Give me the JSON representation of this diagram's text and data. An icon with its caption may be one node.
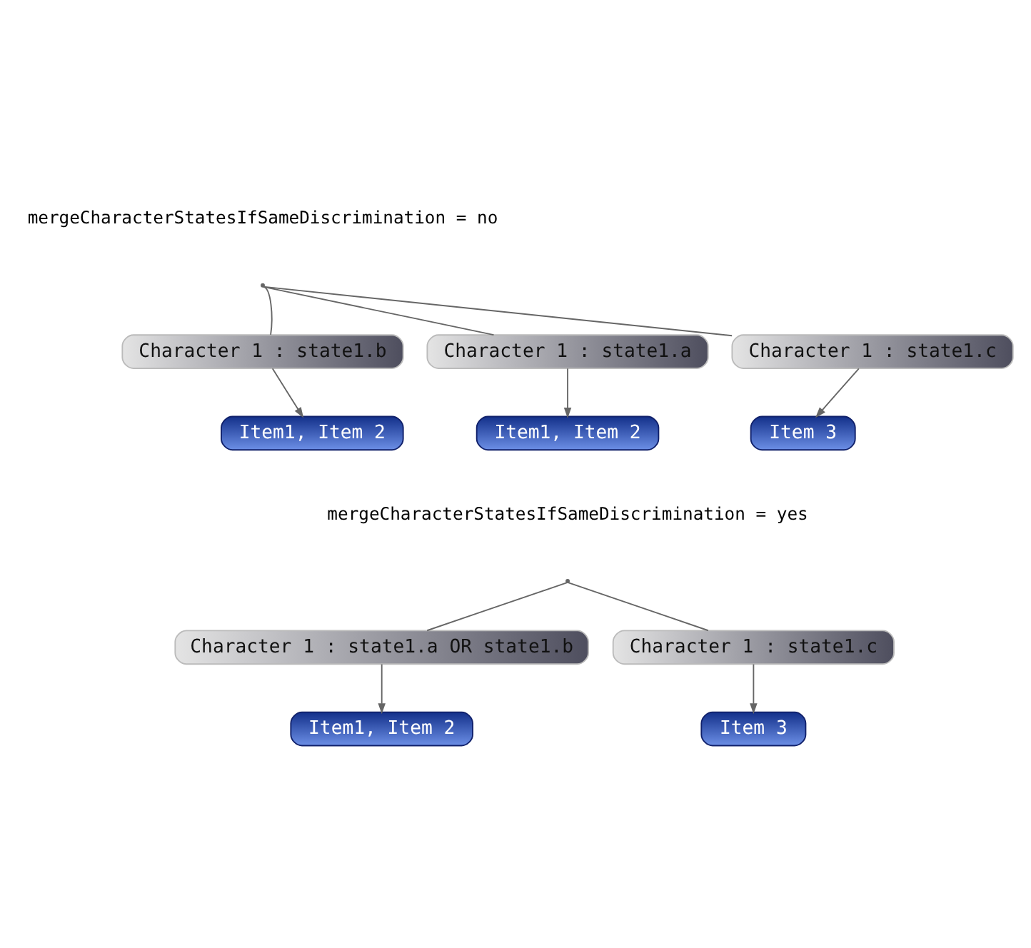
{
  "diagram": {
    "nodes": [
      {
        "text": [],
        "shape": "point"
      },
      {
        "text": [
          "Character 1 : state1.a"
        ]
      },
      {
        "text": [
          "Character 1 : state1.c"
        ]
      },
      {
        "text": [
          "Character 1 : state1.b"
        ]
      },
      {
        "text": [
          "Item1, Item 2"
        ]
      },
      {
        "text": [
          "Item1, Item 2"
        ]
      },
      {
        "text": [
          "Item 3"
        ]
      },
      {
        "text": [],
        "shape": "point"
      },
      {
        "text": [
          "Character 1 : state1.a OR state1.b"
        ]
      },
      {
        "text": [
          "Character 1 : state1.c"
        ]
      },
      {
        "text": [
          "Item1, Item 2"
        ]
      },
      {
        "text": [
          "Item 3"
        ]
      }
    ],
    "edges": [
      {
        "from": 0,
        "to": 1,
        "arrow": "none"
      },
      {
        "from": 0,
        "to": 3,
        "arrow": "none"
      },
      {
        "from": 0,
        "to": 2,
        "arrow": "none"
      },
      {
        "from": 1,
        "to": 4,
        "arrow": "to"
      },
      {
        "from": 3,
        "to": 5,
        "arrow": "to"
      },
      {
        "from": 2,
        "to": 6,
        "arrow": "to"
      },
      {
        "from": 7,
        "to": 8,
        "arrow": "none"
      },
      {
        "from": 7,
        "to": 9,
        "arrow": "none"
      },
      {
        "from": 8,
        "to": 10,
        "arrow": "to"
      },
      {
        "from": 9,
        "to": 11,
        "arrow": "to"
      }
    ],
    "labels": [
      "mergeCharacterStatesIfSameDiscrimination = no",
      "mergeCharacterStatesIfSameDiscrimination = yes"
    ]
  }
}
